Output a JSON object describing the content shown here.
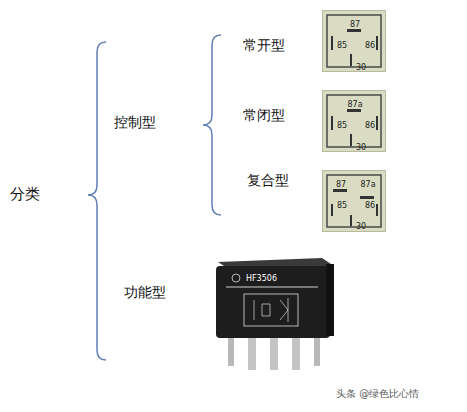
{
  "diagram": {
    "nodes": [
      {
        "text": [
          "87",
          "85",
          "86",
          "30"
        ]
      },
      {
        "text": [
          "87a",
          "85",
          "86",
          "30"
        ]
      },
      {
        "text": [
          "87",
          "87a",
          "85",
          "86",
          "30"
        ]
      }
    ],
    "labels": [
      "分类",
      "控制型",
      "常开型",
      "常闭型",
      "复合型",
      "功能型",
      "HF3506",
      "头条 @绿色比心情"
    ]
  }
}
